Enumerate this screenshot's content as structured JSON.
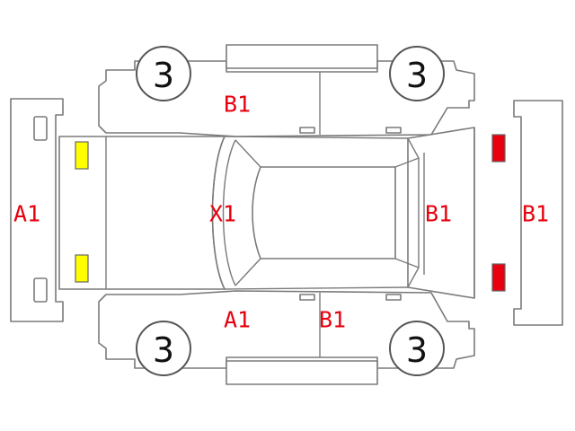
{
  "colors": {
    "outline": "#7a7a7a",
    "damage_code": "#e8000e",
    "front_lamp": "#ffff00",
    "rear_lamp": "#e8000e"
  },
  "tires": {
    "front_left": "3",
    "rear_left": "3",
    "front_right": "3",
    "rear_right": "3"
  },
  "codes": {
    "front_bumper": "A1",
    "left_front_pillar": "B1",
    "hood": "X1",
    "right_front_door": "A1",
    "right_rear_door": "B1",
    "trunk": "B1",
    "rear_bumper": "B1"
  }
}
